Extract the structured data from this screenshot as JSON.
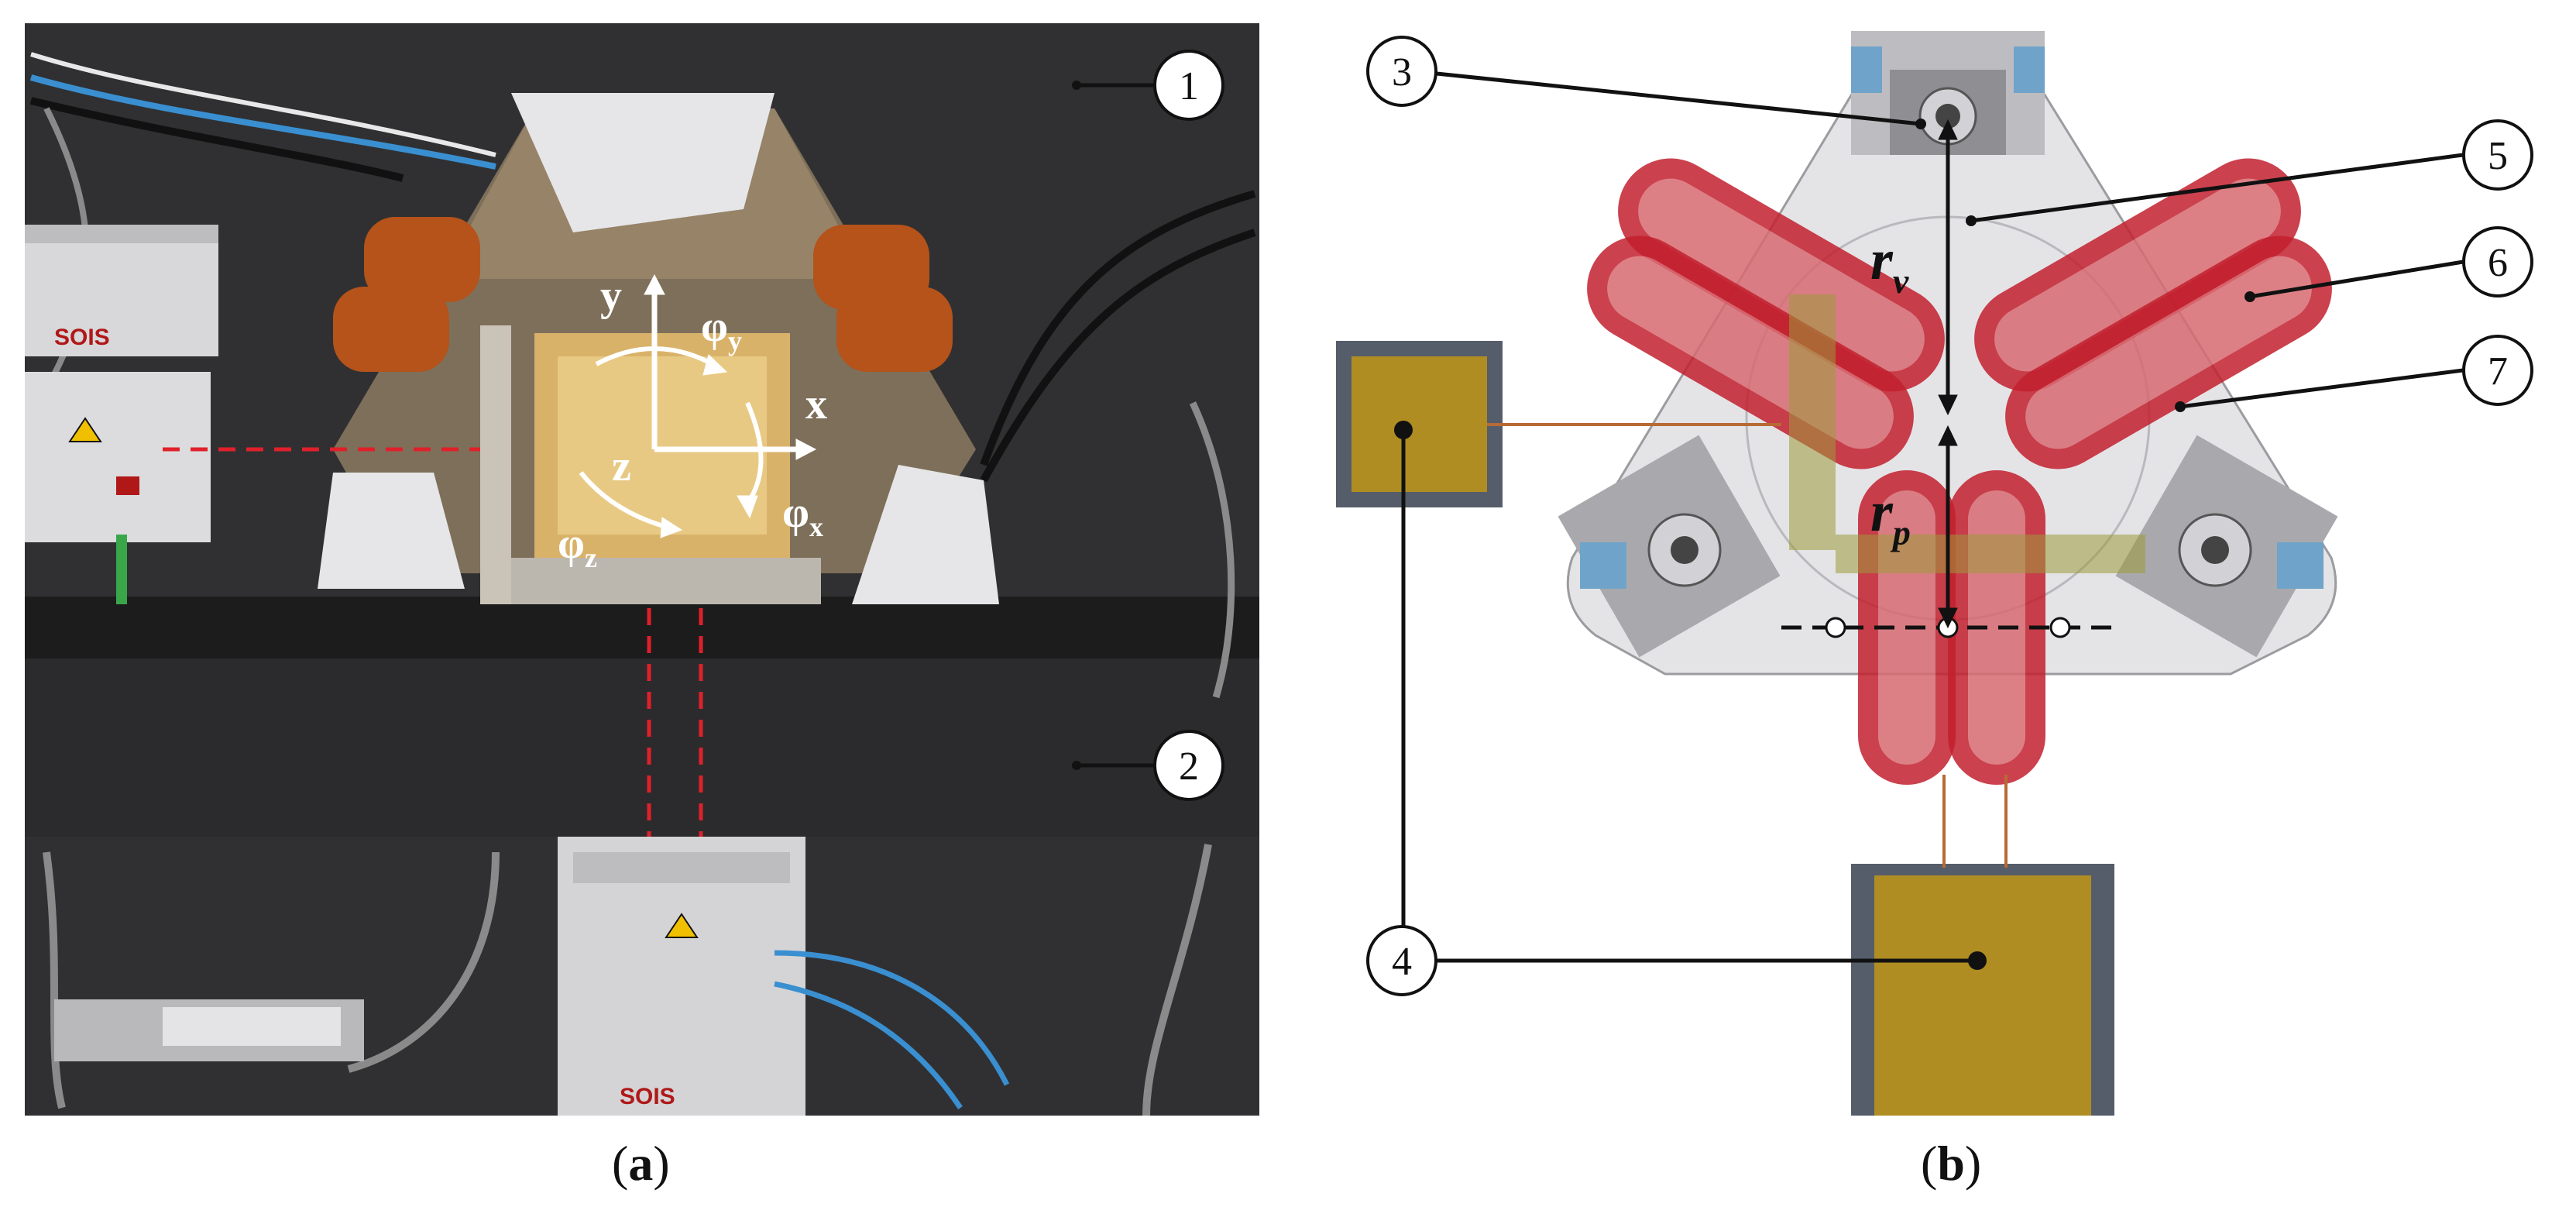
{
  "figure": {
    "panel_a": {
      "caption_prefix": "(",
      "caption_letter": "a",
      "caption_suffix": ")",
      "callouts": [
        "1",
        "2"
      ],
      "axes": {
        "y": "y",
        "x": "x",
        "z": "z",
        "phi": "φ",
        "phi_y_sub": "y",
        "phi_x_sub": "x",
        "phi_z_sub": "z"
      },
      "brand": "SOIS"
    },
    "panel_b": {
      "caption_prefix": "(",
      "caption_letter": "b",
      "caption_suffix": ")",
      "callouts": [
        "3",
        "4",
        "5",
        "6",
        "7"
      ],
      "r_v": {
        "base": "r",
        "sub": "v"
      },
      "r_p": {
        "base": "r",
        "sub": "p"
      }
    },
    "colors": {
      "coil_red": "#c3202e",
      "coil_fill": "#d86a72",
      "electronics_gold": "#b08d22",
      "electronics_frame": "#555d6a",
      "beam_red": "#e0202a",
      "plate_gray": "#dcdcdf",
      "wire_copper": "#b86a35"
    }
  }
}
